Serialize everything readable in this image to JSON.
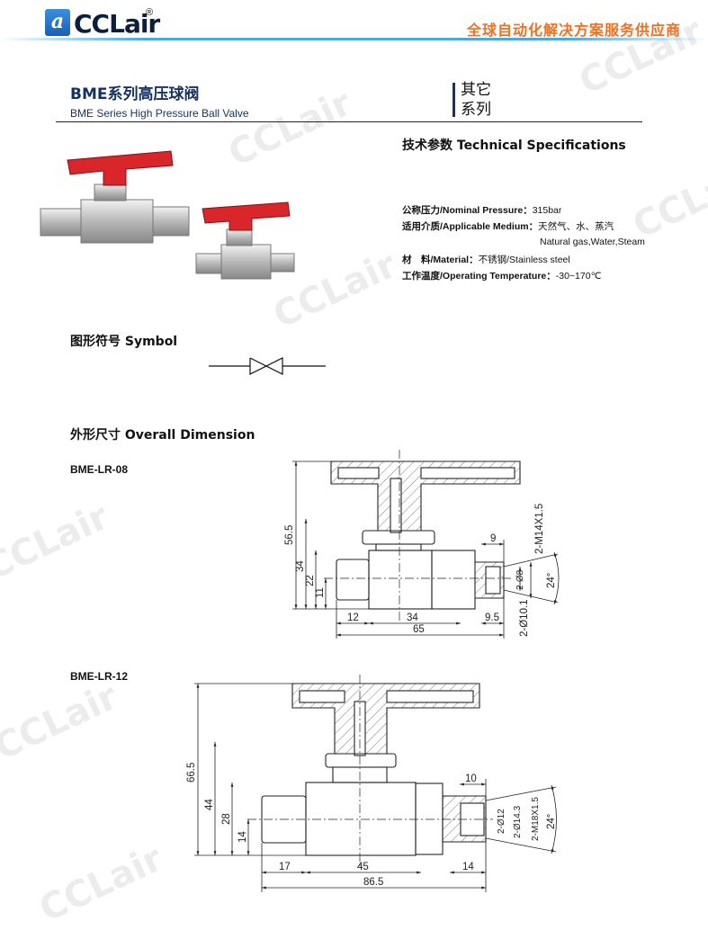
{
  "header": {
    "logo_glyph": "a",
    "brand": "CCLair",
    "registered": "®",
    "slogan": "全球自动化解决方案服务供应商"
  },
  "product": {
    "title_cn": "BME系列高压球阀",
    "title_en": "BME Series High Pressure Ball Valve",
    "category_line1": "其它",
    "category_line2": "系列"
  },
  "specs": {
    "heading": "技术参数 Technical Specifications",
    "items": [
      {
        "label": "公称压力/Nominal Pressure：",
        "value": "315bar"
      },
      {
        "label": "适用介质/Applicable Medium：",
        "value": "天然气、水、蒸汽",
        "value2": "Natural gas,Water,Steam"
      },
      {
        "label": "材　料/Material：",
        "value": "不锈钢/Stainless steel"
      },
      {
        "label": "工作温度/Operating Temperature：",
        "value": "-30~170℃"
      }
    ]
  },
  "symbol": {
    "heading": "图形符号 Symbol"
  },
  "dimension": {
    "heading": "外形尺寸 Overall Dimension",
    "models": [
      {
        "name": "BME-LR-08",
        "dims": {
          "h_total": "56.5",
          "h_stem": "34",
          "h_body": "22",
          "h_center": "11",
          "l_pipe": "12",
          "l_body": "34",
          "l_end": "9.5",
          "l_total": "65",
          "l_bore": "9",
          "thread": "2-M14X1.5",
          "d1": "2-Ø8",
          "d2": "2-Ø10.1",
          "angle": "24°"
        }
      },
      {
        "name": "BME-LR-12",
        "dims": {
          "h_total": "66.5",
          "h_stem": "44",
          "h_body": "28",
          "h_center": "14",
          "l_pipe": "17",
          "l_body": "45",
          "l_end": "14",
          "l_total": "86.5",
          "l_bore": "10",
          "thread": "2-M18X1.5",
          "d1": "2-Ø12",
          "d2": "2-Ø14.3",
          "angle": "24°"
        }
      }
    ]
  },
  "watermark": "CCLair",
  "colors": {
    "brand_blue": "#15325f",
    "accent_orange": "#f07020",
    "handle_red": "#d8262b"
  }
}
